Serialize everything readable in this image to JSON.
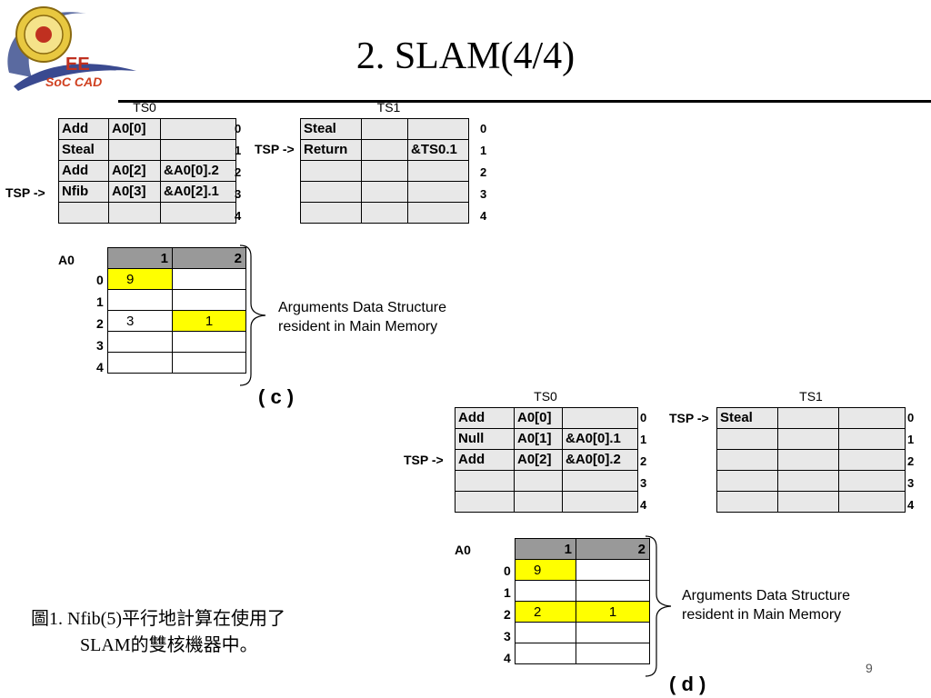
{
  "slide": {
    "title": "2. SLAM(4/4)",
    "logo_text": "EE",
    "logo_subtext": "SoC CAD",
    "caption_line1": "圖1.  Nfib(5)平行地計算在使用了",
    "caption_line2": "SLAM的雙核機器中。",
    "page_number": "9"
  },
  "panel_c": {
    "label": "( c )",
    "ts0": {
      "title": "TS0",
      "pointer": "TSP ->",
      "rows": [
        [
          "Add",
          "A0[0]",
          ""
        ],
        [
          "Steal",
          "",
          ""
        ],
        [
          "Add",
          "A0[2]",
          "&A0[0].2"
        ],
        [
          "Nfib",
          "A0[3]",
          "&A0[2].1"
        ],
        [
          "",
          "",
          ""
        ]
      ],
      "indices": [
        "0",
        "1",
        "2",
        "3",
        "4"
      ]
    },
    "ts1": {
      "title": "TS1",
      "pointer": "TSP ->",
      "rows": [
        [
          "Steal",
          "",
          ""
        ],
        [
          "Return",
          "",
          "&TS0.1"
        ],
        [
          "",
          "",
          ""
        ],
        [
          "",
          "",
          ""
        ],
        [
          "",
          "",
          ""
        ]
      ],
      "indices": [
        "0",
        "1",
        "2",
        "3",
        "4"
      ]
    },
    "a0": {
      "label": "A0",
      "headers": [
        "1",
        "2"
      ],
      "rows": [
        [
          "9",
          ""
        ],
        [
          "",
          ""
        ],
        [
          "3",
          "1"
        ],
        [
          "",
          ""
        ],
        [
          "",
          ""
        ]
      ],
      "indices": [
        "0",
        "1",
        "2",
        "3",
        "4"
      ]
    },
    "note_line1": "Arguments Data Structure",
    "note_line2": "resident in Main Memory"
  },
  "panel_d": {
    "label": "( d )",
    "ts0": {
      "title": "TS0",
      "pointer": "TSP ->",
      "rows": [
        [
          "Add",
          "A0[0]",
          ""
        ],
        [
          "Null",
          "A0[1]",
          "&A0[0].1"
        ],
        [
          "Add",
          "A0[2]",
          "&A0[0].2"
        ],
        [
          "",
          "",
          ""
        ],
        [
          "",
          "",
          ""
        ]
      ],
      "indices": [
        "0",
        "1",
        "2",
        "3",
        "4"
      ]
    },
    "ts1": {
      "title": "TS1",
      "pointer": "TSP ->",
      "rows": [
        [
          "Steal",
          "",
          ""
        ],
        [
          "",
          "",
          ""
        ],
        [
          "",
          "",
          ""
        ],
        [
          "",
          "",
          ""
        ],
        [
          "",
          "",
          ""
        ]
      ],
      "indices": [
        "0",
        "1",
        "2",
        "3",
        "4"
      ]
    },
    "a0": {
      "label": "A0",
      "headers": [
        "1",
        "2"
      ],
      "rows": [
        [
          "9",
          ""
        ],
        [
          "",
          ""
        ],
        [
          "2",
          "1"
        ],
        [
          "",
          ""
        ],
        [
          "",
          ""
        ]
      ],
      "indices": [
        "0",
        "1",
        "2",
        "3",
        "4"
      ]
    },
    "note_line1": "Arguments Data Structure",
    "note_line2": "resident in Main Memory"
  },
  "colors": {
    "highlight": "#ffff00",
    "cell": "#e8e8e8",
    "header": "#999999"
  }
}
